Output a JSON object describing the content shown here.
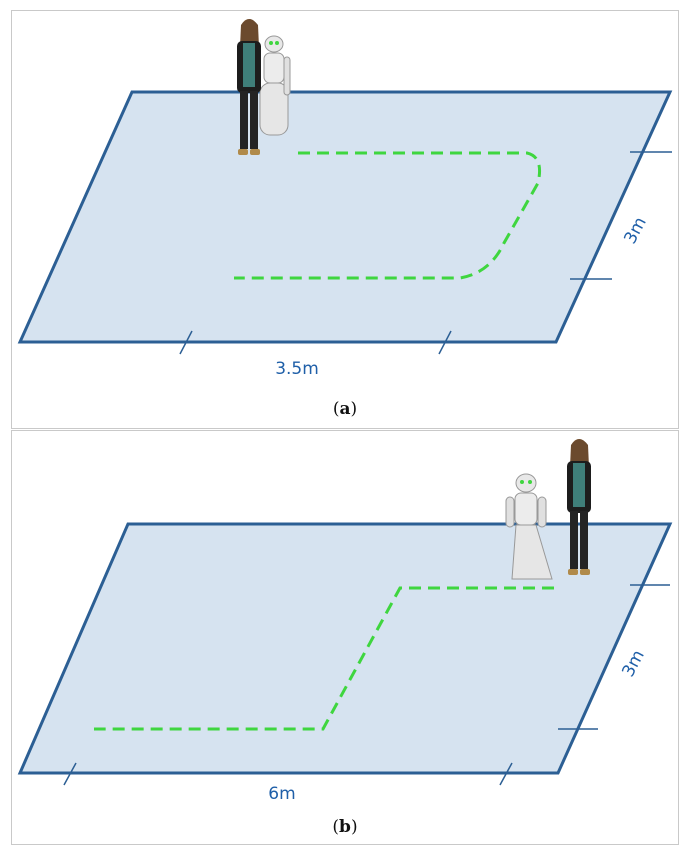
{
  "panel_a": {
    "caption_open": "(",
    "caption_letter": "a",
    "caption_close": ")",
    "width_label": "3.5m",
    "depth_label": "3m"
  },
  "panel_b": {
    "caption_open": "(",
    "caption_letter": "b",
    "caption_close": ")",
    "width_label": "6m",
    "depth_label": "3m"
  },
  "colors": {
    "floor_fill": "#d6e3f0",
    "floor_stroke": "#2c5f94",
    "path": "#3fd63f",
    "label": "#1f5fa8"
  },
  "icons": [
    "person-figure",
    "robot-figure"
  ]
}
